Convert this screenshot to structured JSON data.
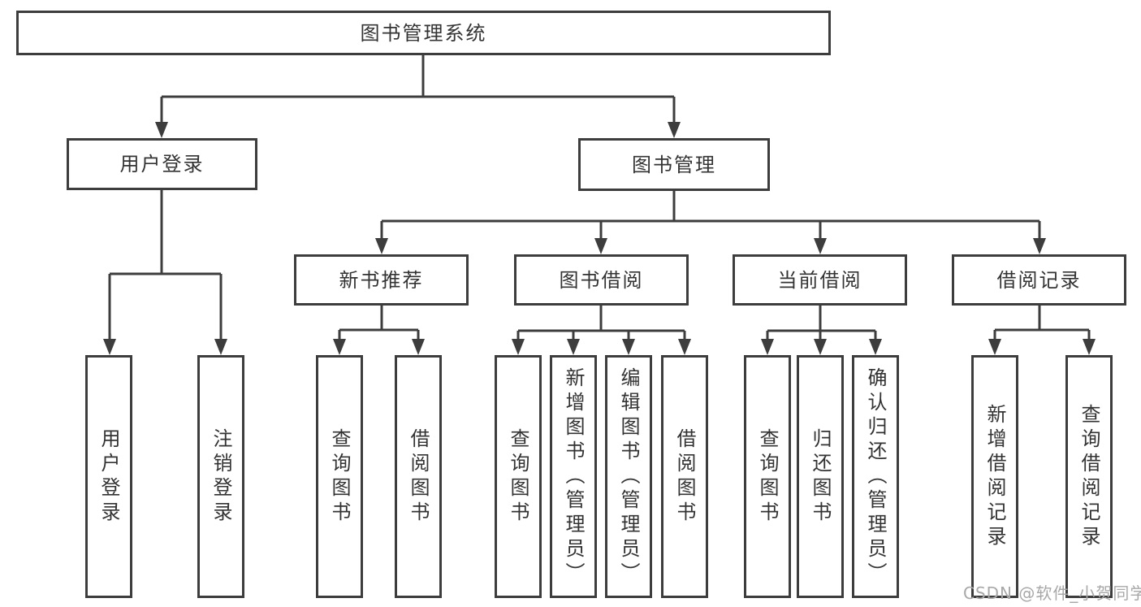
{
  "diagram": {
    "type": "hierarchy-tree",
    "root": {
      "label": "图书管理系统"
    },
    "branches": [
      {
        "label": "用户登录",
        "children": [
          {
            "label": "用户登录"
          },
          {
            "label": "注销登录"
          }
        ]
      },
      {
        "label": "图书管理",
        "children": [
          {
            "label": "新书推荐",
            "children": [
              {
                "label": "查询图书"
              },
              {
                "label": "借阅图书"
              }
            ]
          },
          {
            "label": "图书借阅",
            "children": [
              {
                "label": "查询图书"
              },
              {
                "label": "新增图书（管理员）"
              },
              {
                "label": "编辑图书（管理员）"
              },
              {
                "label": "借阅图书"
              }
            ]
          },
          {
            "label": "当前借阅",
            "children": [
              {
                "label": "查询图书"
              },
              {
                "label": "归还图书"
              },
              {
                "label": "确认归还（管理员）"
              }
            ]
          },
          {
            "label": "借阅记录",
            "children": [
              {
                "label": "新增借阅记录"
              },
              {
                "label": "查询借阅记录"
              }
            ]
          }
        ]
      }
    ]
  },
  "watermark": {
    "text": "CSDN @软件_小贺同学"
  },
  "colors": {
    "line": "#3d3d3d",
    "text": "#333333",
    "watermark": "#a8a8a8",
    "background": "#ffffff"
  }
}
